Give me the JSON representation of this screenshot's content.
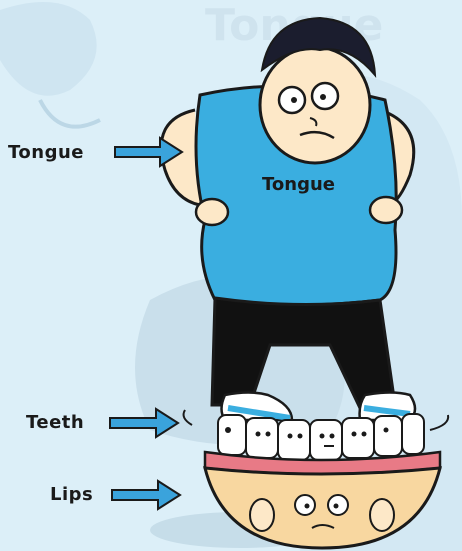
{
  "watermark_text": "Tongue",
  "labels": {
    "tongue": "Tongue",
    "teeth": "Teeth",
    "lips": "Lips"
  },
  "shirt_text": "Tongue",
  "colors": {
    "background": "#dceff8",
    "arrow": "#3aa3dc",
    "shirt": "#3aaee0",
    "skin": "#fde8c8",
    "pants": "#111111",
    "gums": "#e87a86",
    "lip_bowl": "#f8d7a0"
  }
}
